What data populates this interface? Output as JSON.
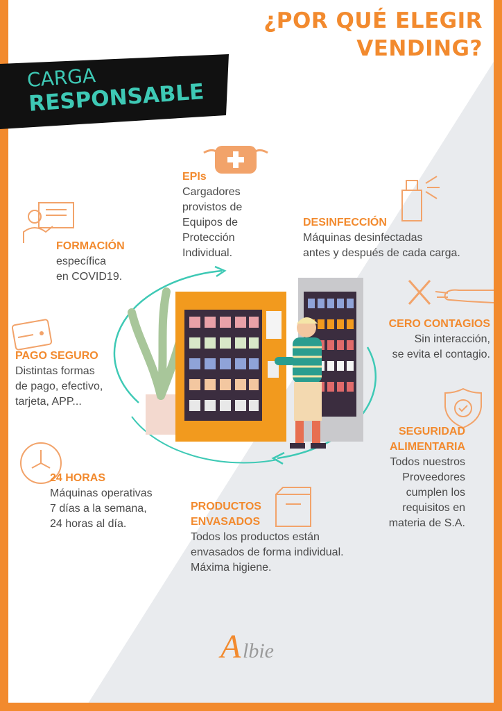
{
  "header": {
    "title_line1": "¿POR QUÉ ELEGIR",
    "title_line2": "VENDING?"
  },
  "banner": {
    "line1": "CARGA",
    "line2": "RESPONSABLE"
  },
  "features": {
    "epis": {
      "title": "EPIs",
      "lines": [
        "Cargadores",
        "provistos de",
        "Equipos de",
        "Protección",
        "Individual."
      ],
      "icon": "face-mask-icon"
    },
    "desinfeccion": {
      "title": "DESINFECCIÓN",
      "lines": [
        "Máquinas desinfectadas",
        "antes y después de cada carga."
      ],
      "icon": "spray-bottle-icon"
    },
    "formacion": {
      "title": "FORMACIÓN",
      "lines": [
        "específica",
        "en COVID19."
      ],
      "icon": "presentation-icon"
    },
    "cero_contagios": {
      "title": "CERO CONTAGIOS",
      "lines": [
        "Sin interacción,",
        "se evita el contagio."
      ],
      "icon": "no-touch-hand-icon"
    },
    "pago_seguro": {
      "title": "PAGO SEGURO",
      "lines": [
        "Distintas formas",
        "de pago, efectivo,",
        "tarjeta, APP..."
      ],
      "icon": "credit-card-icon"
    },
    "seguridad_alimentaria": {
      "title_line1": "SEGURIDAD",
      "title_line2": "ALIMENTARIA",
      "lines": [
        "Todos nuestros",
        "Proveedores",
        "cumplen los",
        "requisitos en",
        "materia de S.A."
      ],
      "icon": "shield-check-icon"
    },
    "horas": {
      "title": "24 HORAS",
      "lines": [
        "Máquinas operativas",
        "7 días a la semana,",
        "24 horas al día."
      ],
      "icon": "clock-icon"
    },
    "productos": {
      "title_line1": "PRODUCTOS",
      "title_line2": "ENVASADOS",
      "lines": [
        "Todos los productos están",
        "envasados de forma individual.",
        "Máxima higiene."
      ],
      "icon": "box-icon"
    }
  },
  "logo": {
    "text_a": "A",
    "text_rest": "lbie"
  },
  "colors": {
    "accent": "#f28a2e",
    "teal": "#3ec9b5",
    "text": "#4a4a4a",
    "banner": "#111111",
    "gray_bg": "#e8eaec"
  }
}
